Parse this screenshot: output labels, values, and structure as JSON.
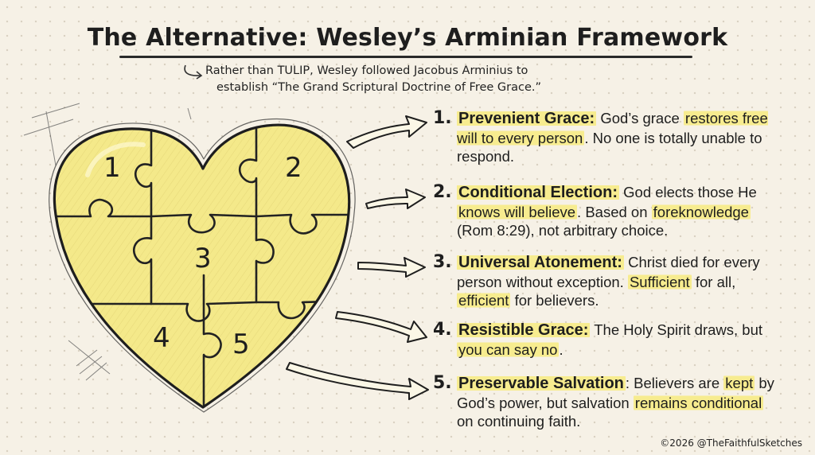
{
  "header": {
    "title": "The Alternative: Wesley’s Arminian Framework",
    "subtitle_line1": "Rather than TULIP, Wesley followed Jacobus Arminius to",
    "subtitle_line2": "establish “The Grand Scriptural Doctrine of Free Grace.”"
  },
  "puzzle": {
    "fill_color": "#f4e98a",
    "outline_color": "#1e1e1e",
    "piece_labels": [
      "1",
      "2",
      "3",
      "4",
      "5"
    ]
  },
  "points": [
    {
      "number": "1.",
      "term": "Prevenient Grace:",
      "parts": [
        {
          "text": " God’s grace ",
          "hl": false
        },
        {
          "text": "restores free will to every person",
          "hl": true
        },
        {
          "text": ". No one is totally unable to respond.",
          "hl": false
        }
      ]
    },
    {
      "number": "2.",
      "term": "Conditional Election:",
      "parts": [
        {
          "text": " God elects those He ",
          "hl": false
        },
        {
          "text": "knows will believe",
          "hl": true
        },
        {
          "text": ". Based on ",
          "hl": false
        },
        {
          "text": "foreknowledge",
          "hl": true
        },
        {
          "text": " (Rom 8:29), not arbitrary choice.",
          "hl": false
        }
      ]
    },
    {
      "number": "3.",
      "term": "Universal Atonement:",
      "parts": [
        {
          "text": " Christ died for every person without exception. ",
          "hl": false
        },
        {
          "text": "Sufficient",
          "hl": true
        },
        {
          "text": " for all, ",
          "hl": false
        },
        {
          "text": "efficient",
          "hl": true
        },
        {
          "text": " for believers.",
          "hl": false
        }
      ]
    },
    {
      "number": "4.",
      "term": "Resistible Grace:",
      "parts": [
        {
          "text": " The Holy Spirit draws, but ",
          "hl": false
        },
        {
          "text": "you can say no",
          "hl": true
        },
        {
          "text": ".",
          "hl": false
        }
      ]
    },
    {
      "number": "5.",
      "term": "Preservable Salvation",
      "parts": [
        {
          "text": ": Believers are ",
          "hl": false
        },
        {
          "text": "kept",
          "hl": true
        },
        {
          "text": " by God’s power, but salvation ",
          "hl": false
        },
        {
          "text": "remains conditional",
          "hl": true
        },
        {
          "text": " on continuing faith.",
          "hl": false
        }
      ]
    }
  ],
  "footer": {
    "credit": "©2026 @TheFaithfulSketches"
  }
}
